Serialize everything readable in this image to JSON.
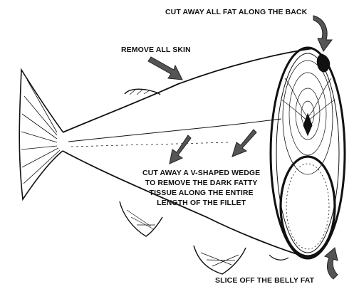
{
  "labels": {
    "back": "CUT AWAY ALL FAT ALONG THE BACK",
    "skin": "REMOVE ALL SKIN",
    "wedge": [
      "CUT AWAY A V-SHAPED WEDGE",
      "TO REMOVE THE DARK FATTY",
      "TISSUE ALONG THE ENTIRE",
      "LENGTH OF THE FILLET"
    ],
    "belly": "SLICE OFF THE BELLY FAT"
  },
  "colors": {
    "ink": "#111111",
    "arrow": "#555555",
    "background": "#ffffff"
  }
}
